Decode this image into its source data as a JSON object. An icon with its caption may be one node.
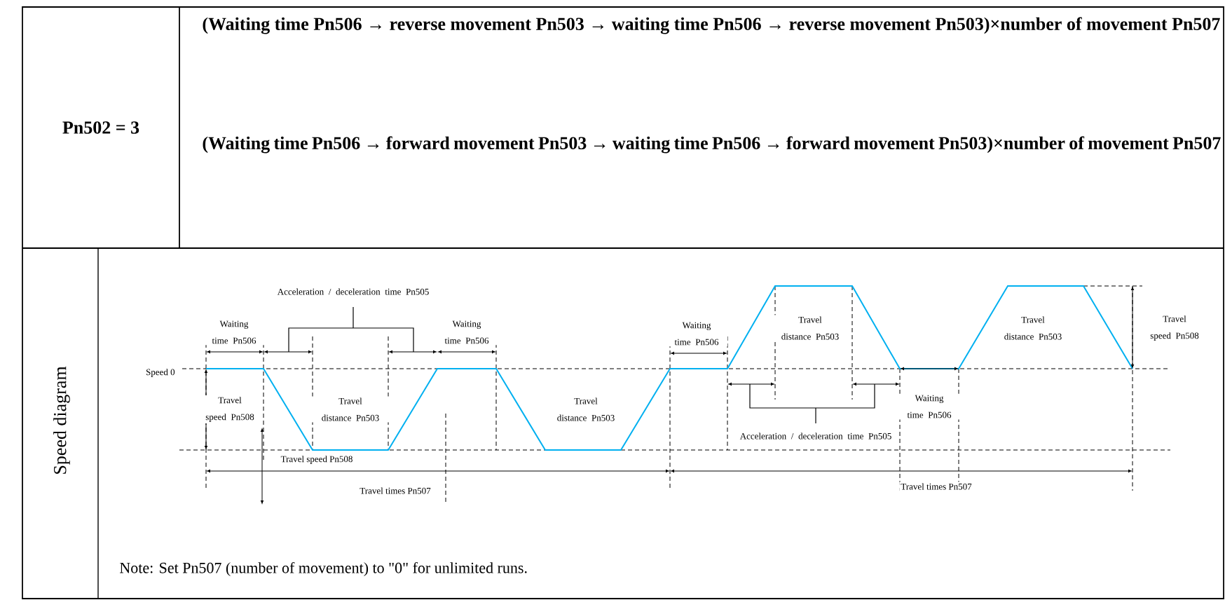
{
  "diagram": {
    "labels": [
      "Pn502 = 3",
      "(Waiting time Pn506 → reverse movement Pn503 → waiting time Pn506 → reverse movement Pn503)×number of movement Pn507",
      "(Waiting time Pn506 → forward movement Pn503 → waiting time Pn506 → forward movement Pn503)×number of movement Pn507",
      "Speed diagram",
      "Acceleration / deceleration time Pn505",
      "Waiting time Pn506",
      "Waiting time Pn506",
      "Speed 0",
      "Travel speed Pn508",
      "Travel distance Pn503",
      "Travel distance Pn503",
      "Travel speed Pn508",
      "Travel times Pn507",
      "Waiting time Pn506",
      "Travel distance Pn503",
      "Travel distance Pn503",
      "Travel speed Pn508",
      "Waiting time Pn506",
      "Acceleration / deceleration time Pn505",
      "Travel times Pn507",
      "Note: Set Pn507 (number of movement) to \"0\" for unlimited runs."
    ]
  }
}
